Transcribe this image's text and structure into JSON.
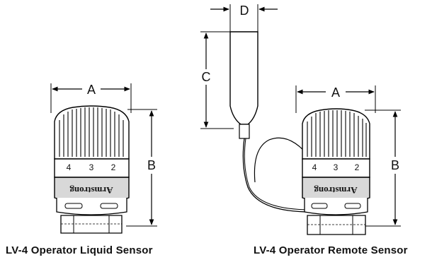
{
  "dimensions": {
    "a": "A",
    "b": "B",
    "c": "C",
    "d": "D"
  },
  "brand_text": "Armstrong",
  "scale_numbers": [
    "4",
    "3",
    "2"
  ],
  "captions": {
    "left": "LV-4 Operator Liquid Sensor",
    "right": "LV-4 Operator Remote Sensor"
  }
}
